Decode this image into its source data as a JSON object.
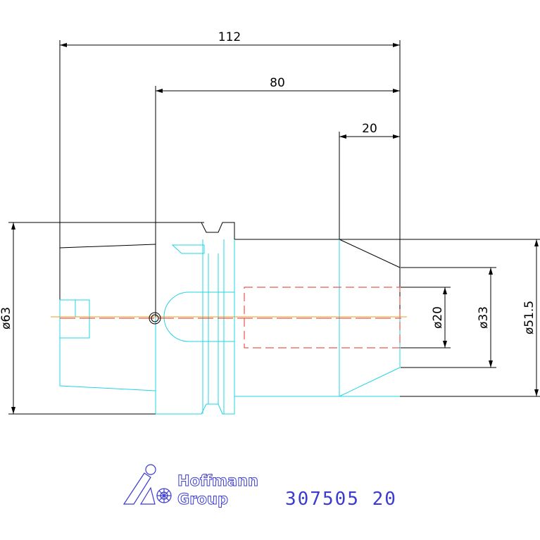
{
  "dimensions": {
    "length_total": "112",
    "length_shank": "80",
    "length_bore": "20",
    "dia_flange": "ø63",
    "dia_bore": "ø20",
    "dia_nose": "ø33",
    "dia_body": "ø51.5"
  },
  "logo": {
    "line1": "Hoffmann",
    "line2": "Group"
  },
  "part_number": "307505 20",
  "colors": {
    "outline": "#000000",
    "part_cyan": "#22d4e6",
    "hidden_red": "#e0302a",
    "centerline": "#e6a020",
    "brand_blue": "#3b3bd0"
  }
}
